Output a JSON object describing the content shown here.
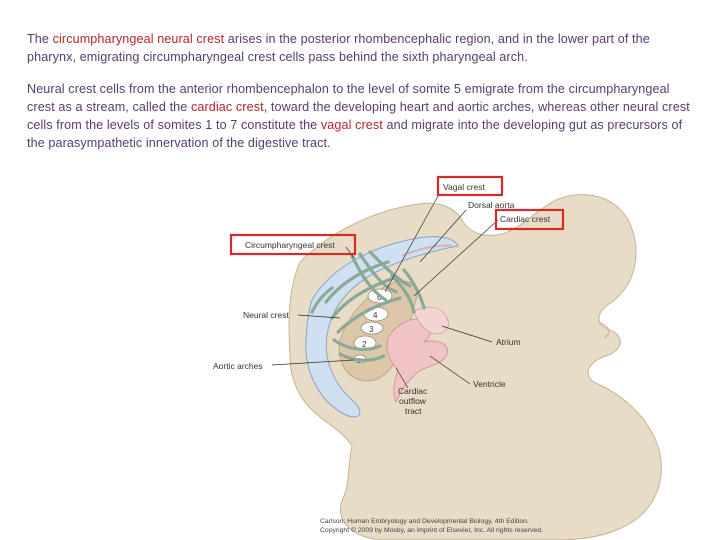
{
  "text": {
    "p1": {
      "a": "The ",
      "h1": "circumpharyngeal neural crest",
      "b": " arises in the posterior rhombencephalic region, and in the lower part of the pharynx, emigrating circumpharyngeal crest cells pass behind the sixth pharyngeal arch."
    },
    "p2": {
      "a": "Neural crest cells from the anterior rhombencephalon to the level of somite 5 emigrate from the circumpharyngeal crest as a stream, called the ",
      "h1": "cardiac crest",
      "b": ", toward the developing heart and aortic arches, whereas other neural crest cells from the levels of somites 1 to 7 constitute the ",
      "h2": "vagal crest",
      "c": " and migrate into the developing gut as precursors of the parasympathetic innervation of the digestive tract."
    }
  },
  "figure": {
    "labels": {
      "vagal_crest": "Vagal crest",
      "dorsal_aorta": "Dorsal aorta",
      "cardiac_crest": "Cardiac crest",
      "circumpharyngeal_crest": "Circumpharyngeal crest",
      "neural_crest": "Neural crest",
      "aortic_arches": "Aortic arches",
      "atrium": "Atrium",
      "ventricle": "Ventricle",
      "cardiac_outflow_1": "Cardiac",
      "cardiac_outflow_2": "outflow",
      "cardiac_outflow_3": "tract"
    },
    "arch_numbers": [
      "6",
      "4",
      "3",
      "2",
      "1"
    ],
    "credit_line1": "Carlson: Human Embryology and Developmental Biology, 4th Edition.",
    "credit_line2": "Copyright © 2009 by Mosby, an imprint of Elsevier, Inc. All rights reserved."
  },
  "colors": {
    "text": "#5a3b6e",
    "highlight": "#b3262b",
    "embryo": "#e8dcc6",
    "neural_tube": "#cfe0f2",
    "neural_crest": "#8aa996",
    "heart": "#f0c4c4",
    "callout_box": "#d42a2a"
  }
}
